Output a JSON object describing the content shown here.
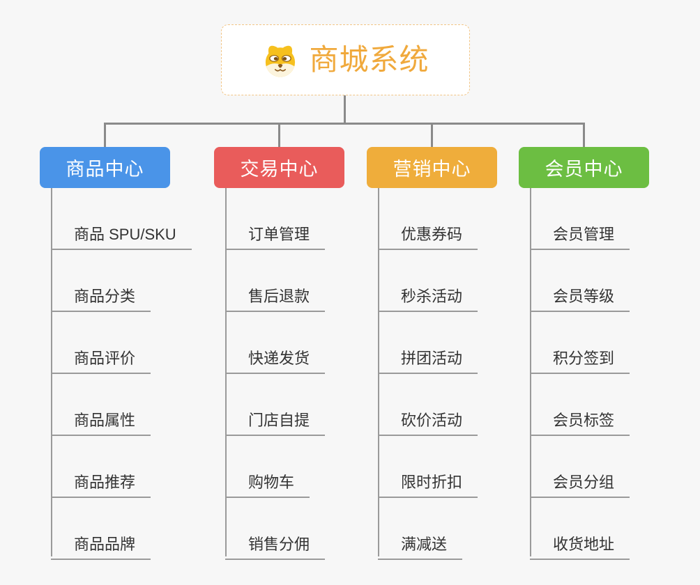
{
  "canvas": {
    "background_color": "#f7f7f7",
    "connector_color": "#8a8a8a",
    "underline_color": "#9a9a9a"
  },
  "root": {
    "title": "商城系统",
    "icon": "dog-face-icon",
    "text_color": "#f0a93c",
    "border_color": "#f2c585"
  },
  "branches": [
    {
      "label": "商品中心",
      "color": "#4a94e8",
      "children": [
        "商品 SPU/SKU",
        "商品分类",
        "商品评价",
        "商品属性",
        "商品推荐",
        "商品品牌"
      ]
    },
    {
      "label": "交易中心",
      "color": "#e95c5b",
      "children": [
        "订单管理",
        "售后退款",
        "快递发货",
        "门店自提",
        "购物车",
        "销售分佣"
      ]
    },
    {
      "label": "营销中心",
      "color": "#efad3b",
      "children": [
        "优惠券码",
        "秒杀活动",
        "拼团活动",
        "砍价活动",
        "限时折扣",
        "满减送"
      ]
    },
    {
      "label": "会员中心",
      "color": "#6cbe42",
      "children": [
        "会员管理",
        "会员等级",
        "积分签到",
        "会员标签",
        "会员分组",
        "收货地址"
      ]
    }
  ]
}
